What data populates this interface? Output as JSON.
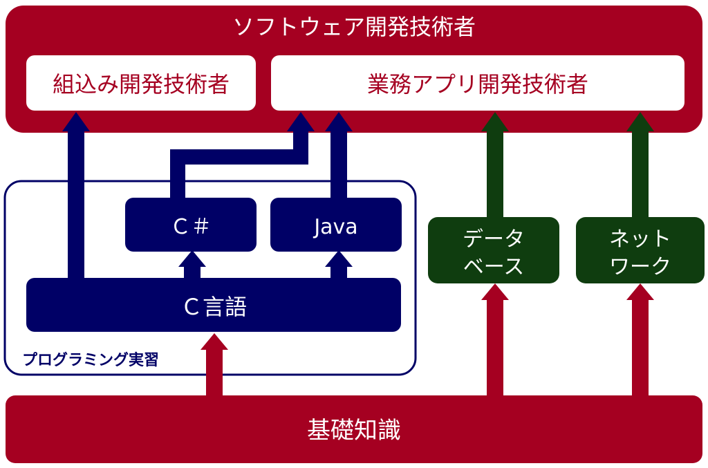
{
  "colors": {
    "crimson": "#a50021",
    "navy": "#000066",
    "green": "#0f3d0f",
    "white": "#ffffff"
  },
  "top": {
    "title": "ソフトウェア開発技術者",
    "embedded": "組込み開発技術者",
    "business": "業務アプリ開発技術者"
  },
  "programming": {
    "label": "プログラミング実習",
    "csharp": "Ｃ＃",
    "java": "Java",
    "c_lang": "Ｃ言語"
  },
  "database": {
    "line1": "データ",
    "line2": "ベース"
  },
  "network": {
    "line1": "ネット",
    "line2": "ワーク"
  },
  "basics": {
    "label": "基礎知識"
  }
}
